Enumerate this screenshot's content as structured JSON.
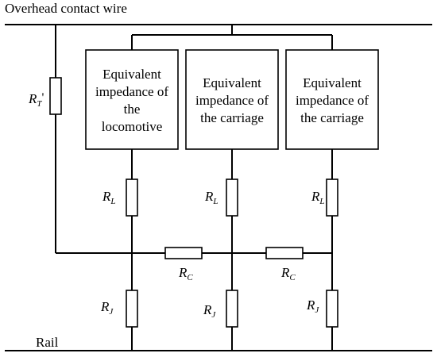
{
  "labels": {
    "top_wire": "Overhead contact wire",
    "bottom_wire": "Rail"
  },
  "boxes": [
    {
      "lines": [
        "Equivalent",
        "impedance of",
        "the",
        "locomotive"
      ]
    },
    {
      "lines": [
        "Equivalent",
        "impedance of",
        "the carriage"
      ]
    },
    {
      "lines": [
        "Equivalent",
        "impedance of",
        "the carriage"
      ]
    }
  ],
  "resistors": {
    "rt": {
      "symbol": "R",
      "subscript": "T",
      "suffix": "'"
    },
    "rl": {
      "symbol": "R",
      "subscript": "L"
    },
    "rc": {
      "symbol": "R",
      "subscript": "C"
    },
    "rj": {
      "symbol": "R",
      "subscript": "J"
    }
  }
}
